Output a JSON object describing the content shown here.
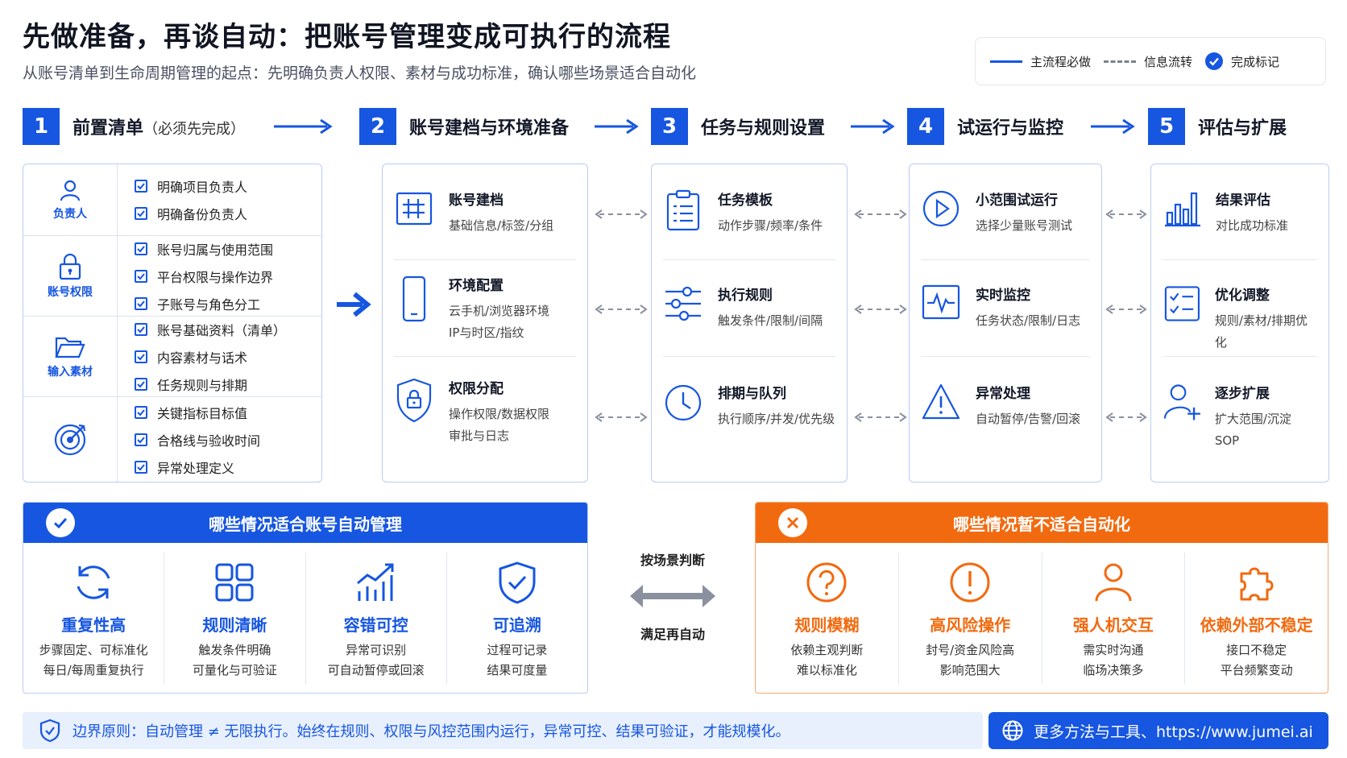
{
  "header": {
    "title": "先做准备，再谈自动：把账号管理变成可执行的流程",
    "subtitle": "从账号清单到生命周期管理的起点：先明确负责人权限、素材与成功标准，确认哪些场景适合自动化"
  },
  "legend": {
    "main_flow": "主流程必做",
    "info_flow": "信息流转",
    "done_mark": "完成标记"
  },
  "steps": [
    {
      "num": "1",
      "label": "前置清单",
      "note": "（必须先完成）"
    },
    {
      "num": "2",
      "label": "账号建档与环境准备"
    },
    {
      "num": "3",
      "label": "任务与规则设置"
    },
    {
      "num": "4",
      "label": "试运行与监控"
    },
    {
      "num": "5",
      "label": "评估与扩展"
    }
  ],
  "prereq": [
    {
      "icon": "person-icon",
      "label": "负责人",
      "items": [
        "明确项目负责人",
        "明确备份负责人"
      ]
    },
    {
      "icon": "lock-icon",
      "label": "账号权限",
      "items": [
        "账号归属与使用范围",
        "平台权限与操作边界",
        "子账号与角色分工"
      ]
    },
    {
      "icon": "folder-icon",
      "label": "输入素材",
      "items": [
        "账号基础资料（清单）",
        "内容素材与话术",
        "任务规则与排期"
      ]
    },
    {
      "icon": "target-icon",
      "label": "",
      "items": [
        "关键指标目标值",
        "合格线与验收时间",
        "异常处理定义"
      ]
    }
  ],
  "panel2": [
    {
      "icon": "grid-icon",
      "title": "账号建档",
      "desc": [
        "基础信息/标签/分组"
      ]
    },
    {
      "icon": "phone-icon",
      "title": "环境配置",
      "desc": [
        "云手机/浏览器环境",
        "IP与时区/指纹"
      ]
    },
    {
      "icon": "shield-lock-icon",
      "title": "权限分配",
      "desc": [
        "操作权限/数据权限",
        "审批与日志"
      ]
    }
  ],
  "panel3": [
    {
      "icon": "clipboard-icon",
      "title": "任务模板",
      "desc": [
        "动作步骤/频率/条件"
      ]
    },
    {
      "icon": "sliders-icon",
      "title": "执行规则",
      "desc": [
        "触发条件/限制/间隔"
      ]
    },
    {
      "icon": "clock-icon",
      "title": "排期与队列",
      "desc": [
        "执行顺序/并发/优先级"
      ]
    }
  ],
  "panel4": [
    {
      "icon": "play-icon",
      "title": "小范围试运行",
      "desc": [
        "选择少量账号测试"
      ]
    },
    {
      "icon": "monitor-icon",
      "title": "实时监控",
      "desc": [
        "任务状态/限制/日志"
      ]
    },
    {
      "icon": "warning-icon",
      "title": "异常处理",
      "desc": [
        "自动暂停/告警/回滚"
      ]
    }
  ],
  "panel5": [
    {
      "icon": "bar-chart-icon",
      "title": "结果评估",
      "desc": [
        "对比成功标准"
      ]
    },
    {
      "icon": "checklist-icon",
      "title": "优化调整",
      "desc": [
        "规则/素材/排期优化"
      ]
    },
    {
      "icon": "add-user-icon",
      "title": "逐步扩展",
      "desc": [
        "扩大范围/沉淀 SOP"
      ]
    }
  ],
  "good": {
    "title": "哪些情况适合账号自动管理",
    "items": [
      {
        "icon": "refresh-icon",
        "title": "重复性高",
        "desc": [
          "步骤固定、可标准化",
          "每日/每周重复执行"
        ]
      },
      {
        "icon": "grid4-icon",
        "title": "规则清晰",
        "desc": [
          "触发条件明确",
          "可量化与可验证"
        ]
      },
      {
        "icon": "trend-icon",
        "title": "容错可控",
        "desc": [
          "异常可识别",
          "可自动暂停或回滚"
        ]
      },
      {
        "icon": "shield-check-icon",
        "title": "可追溯",
        "desc": [
          "过程可记录",
          "结果可度量"
        ]
      }
    ]
  },
  "middle": {
    "top": "按场景判断",
    "bottom": "满足再自动"
  },
  "bad": {
    "title": "哪些情况暂不适合自动化",
    "items": [
      {
        "icon": "question-icon",
        "title": "规则模糊",
        "desc": [
          "依赖主观判断",
          "难以标准化"
        ]
      },
      {
        "icon": "alert-icon",
        "title": "高风险操作",
        "desc": [
          "封号/资金风险高",
          "影响范围大"
        ]
      },
      {
        "icon": "person-icon",
        "title": "强人机交互",
        "desc": [
          "需实时沟通",
          "临场决策多"
        ]
      },
      {
        "icon": "puzzle-icon",
        "title": "依赖外部不稳定",
        "desc": [
          "接口不稳定",
          "平台频繁变动"
        ]
      }
    ]
  },
  "footer": {
    "principle": "边界原则：自动管理 ≠ 无限执行。始终在规则、权限与风控范围内运行，异常可控、结果可验证，才能规模化。",
    "cta": "更多方法与工具、https://www.jumei.ai"
  },
  "colors": {
    "primary": "#1656e0",
    "warning": "#f26a0f"
  }
}
